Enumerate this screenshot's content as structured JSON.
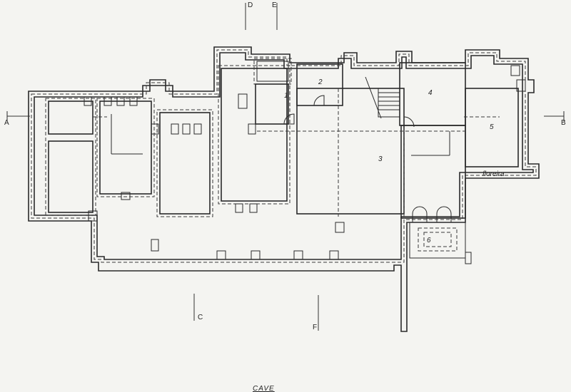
{
  "plan": {
    "title": "CAVE",
    "planter_label": "floreira",
    "section_marks": {
      "a": "A",
      "b": "B",
      "c": "C",
      "d": "D",
      "e": "E",
      "f": "F"
    },
    "rooms": {
      "r1": "1",
      "r2": "2",
      "r3": "3",
      "r4": "4",
      "r5": "5",
      "r6": "6"
    }
  }
}
